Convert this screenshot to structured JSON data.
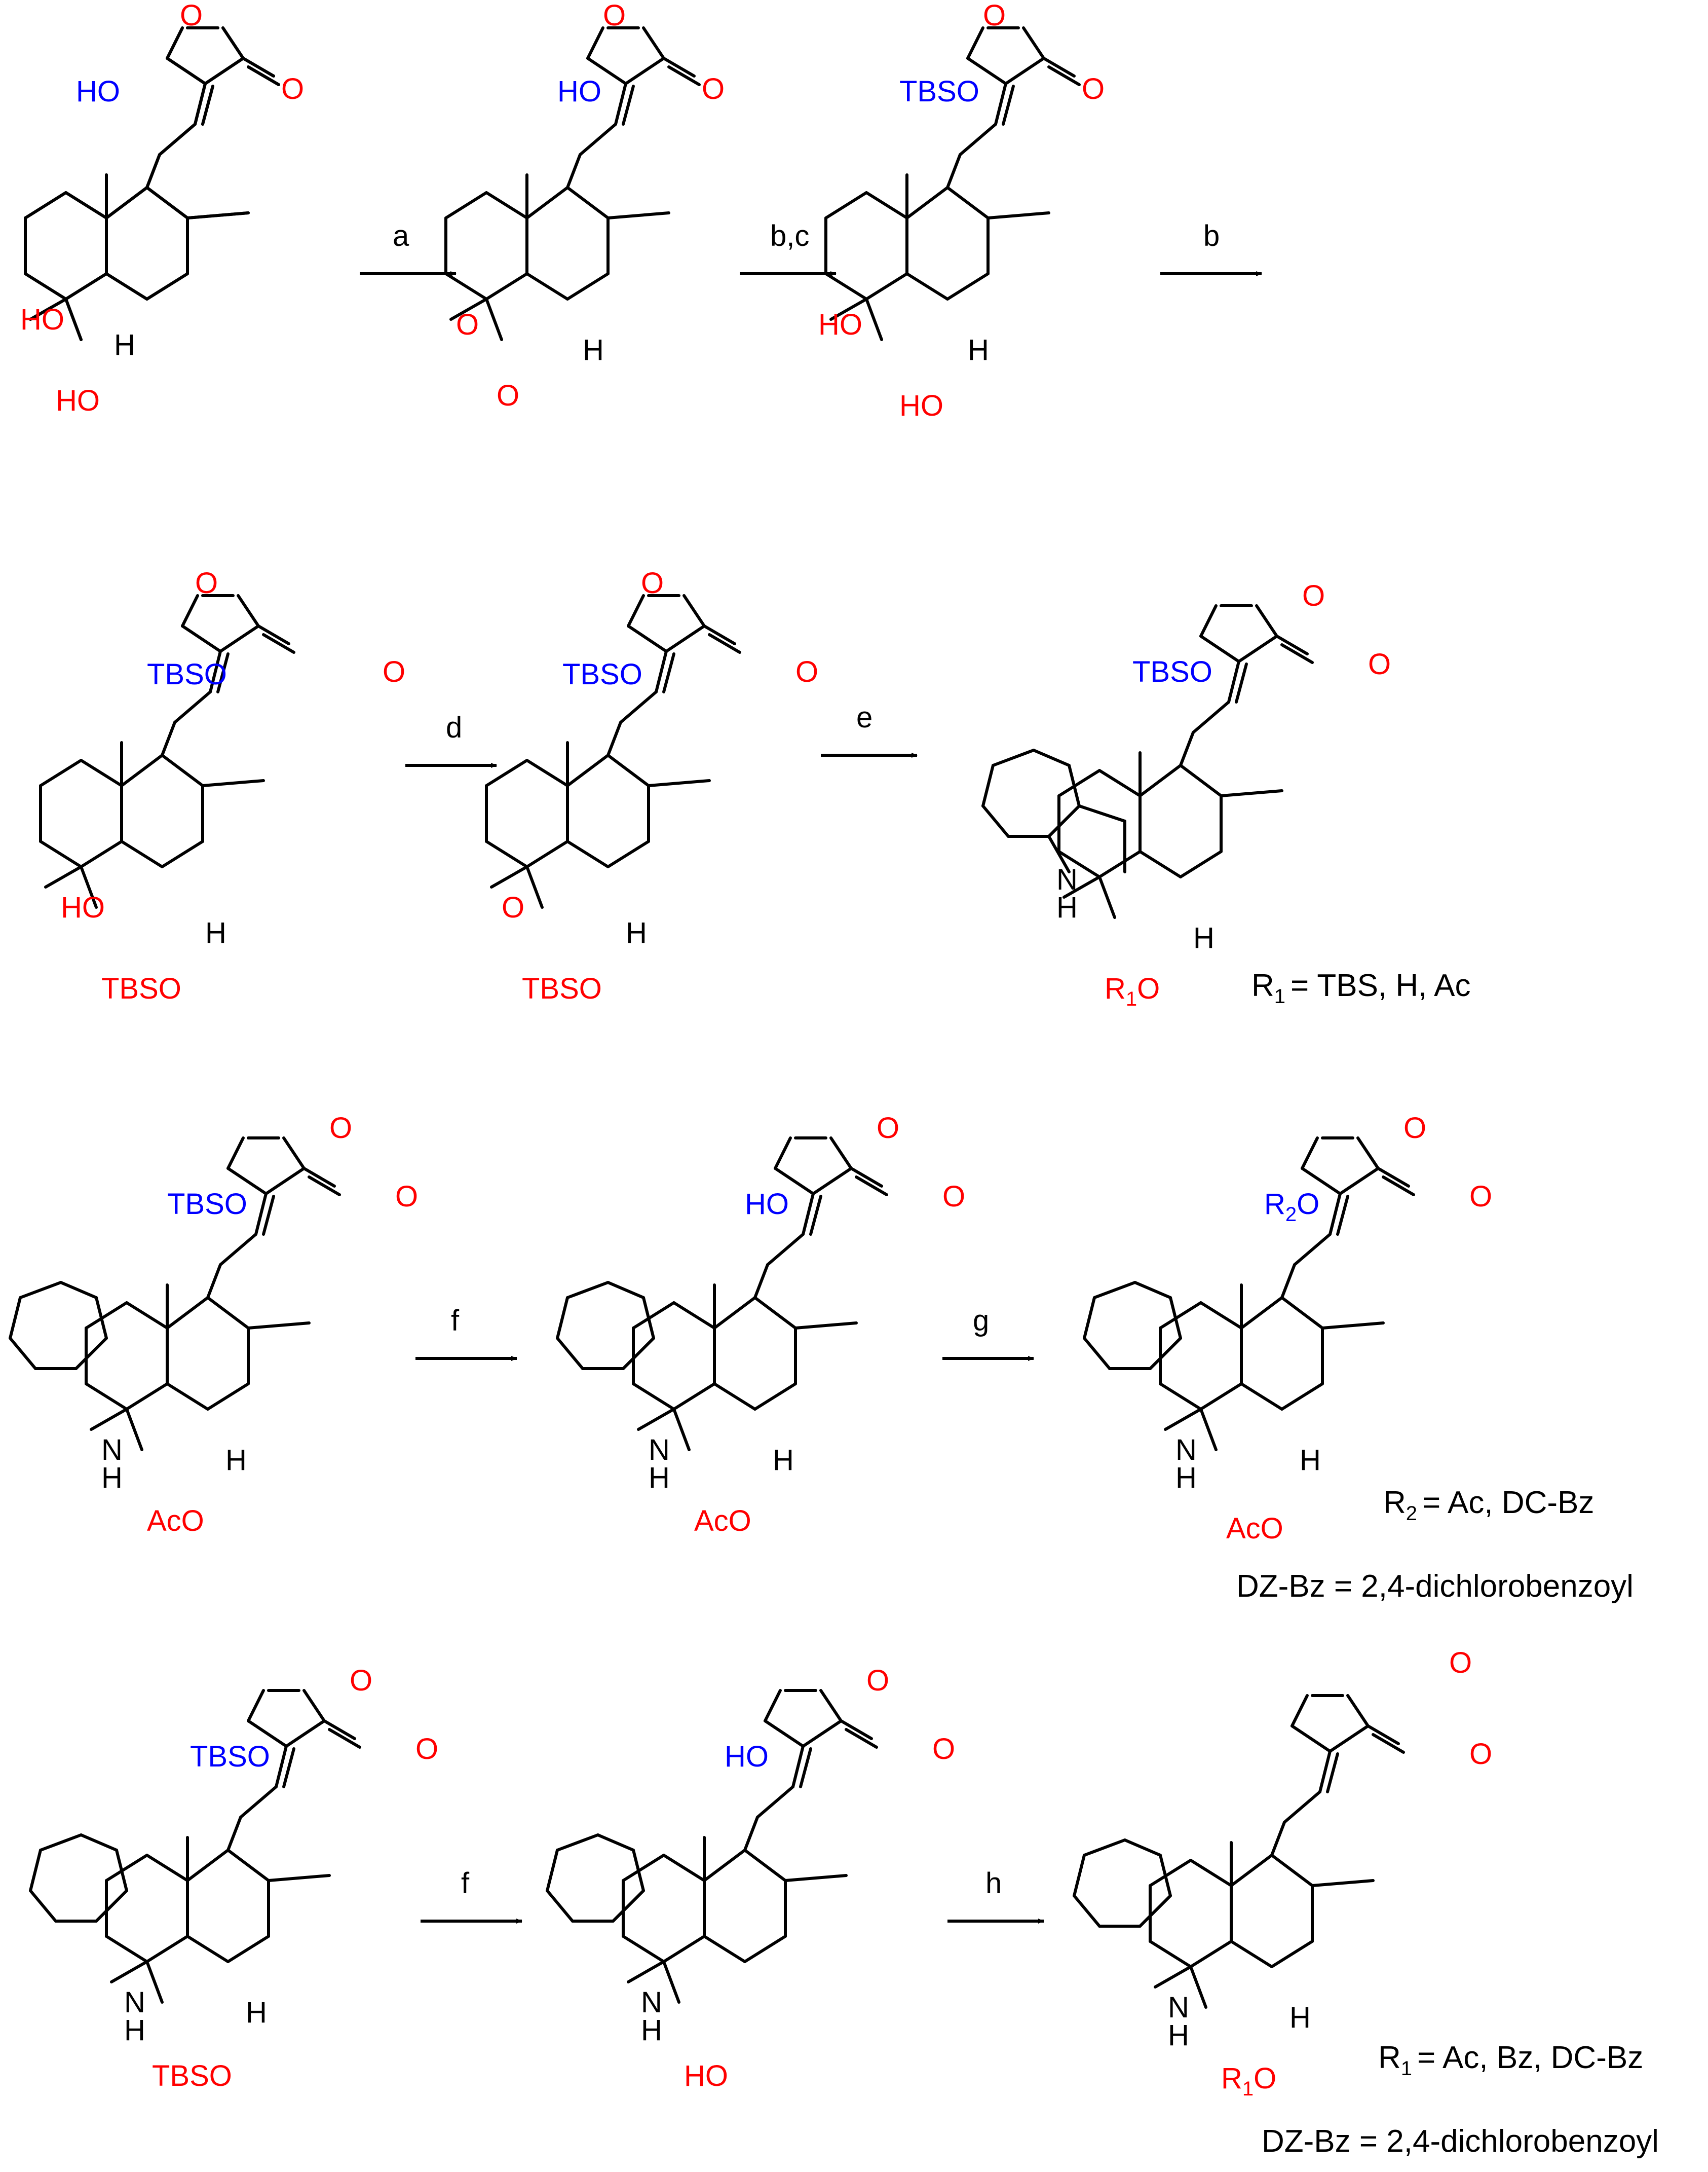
{
  "labels": {
    "ho": "HO",
    "o": "O",
    "h": "H",
    "nh_n": "N",
    "tbso": "TBSO",
    "aco": "AcO",
    "r": "R",
    "one": "1",
    "two": "2"
  },
  "steps": [
    "a",
    "b,c",
    "b",
    "d",
    "e",
    "f",
    "g",
    "f",
    "h"
  ],
  "notes": {
    "r1_row2": "= TBS, H, Ac",
    "r2_row3": "= Ac, DC-Bz",
    "dzbz_row3": "DZ-Bz = 2,4-dichlorobenzoyl",
    "r1_row4": "= Ac, Bz, DC-Bz",
    "dzbz_row4": "DZ-Bz = 2,4-dichlorobenzoyl"
  },
  "colors": {
    "oxygen": "#ff0000",
    "protecting_group": "#0000ff",
    "bond": "#000000"
  }
}
